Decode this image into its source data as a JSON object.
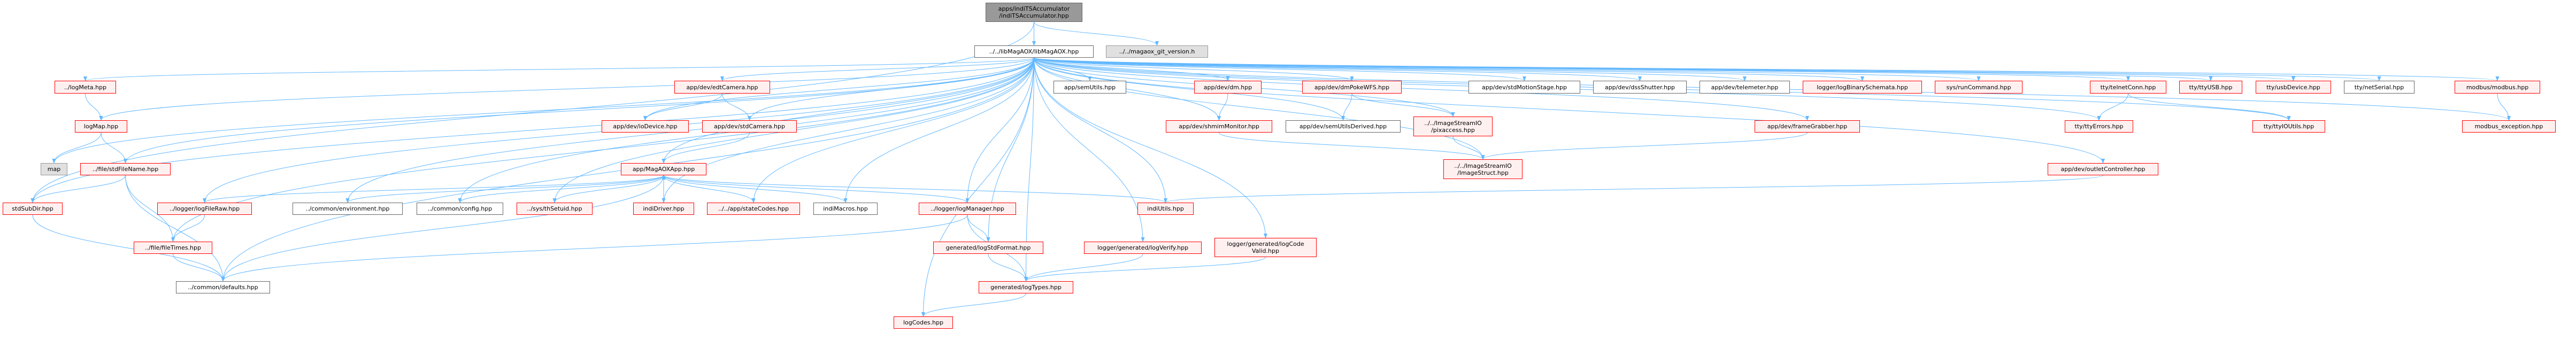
{
  "colors": {
    "edge": "#63b8ff",
    "red_border": "#ff0000",
    "red_fill": "#fff0f0",
    "root_fill": "#999999",
    "system_fill": "#e0e0e0"
  },
  "nodes": [
    {
      "id": "root",
      "label": "apps/indiTSAccumulator\n/indiTSAccumulator.hpp",
      "kind": "dark"
    },
    {
      "id": "lib",
      "label": "../../libMagAOX/libMagAOX.hpp",
      "kind": "white"
    },
    {
      "id": "git",
      "label": "../../magaox_git_version.h",
      "kind": "gray"
    },
    {
      "id": "logMeta",
      "label": "../logMeta.hpp",
      "kind": "red"
    },
    {
      "id": "logMap",
      "label": "logMap.hpp",
      "kind": "red"
    },
    {
      "id": "map",
      "label": "map",
      "kind": "gray"
    },
    {
      "id": "stdFileName",
      "label": "../file/stdFileName.hpp",
      "kind": "red"
    },
    {
      "id": "stdSubDir",
      "label": "stdSubDir.hpp",
      "kind": "red"
    },
    {
      "id": "logFileRaw",
      "label": "../logger/logFileRaw.hpp",
      "kind": "red"
    },
    {
      "id": "fileTimes",
      "label": "../file/fileTimes.hpp",
      "kind": "red"
    },
    {
      "id": "defaults",
      "label": "../common/defaults.hpp",
      "kind": "white"
    },
    {
      "id": "environment",
      "label": "../common/environment.hpp",
      "kind": "white"
    },
    {
      "id": "config",
      "label": "../common/config.hpp",
      "kind": "white"
    },
    {
      "id": "thSetuid",
      "label": "../sys/thSetuid.hpp",
      "kind": "red"
    },
    {
      "id": "ioDevice",
      "label": "app/dev/ioDevice.hpp",
      "kind": "red"
    },
    {
      "id": "MagAOXApp",
      "label": "app/MagAOXApp.hpp",
      "kind": "red"
    },
    {
      "id": "indiDriver",
      "label": "indiDriver.hpp",
      "kind": "red"
    },
    {
      "id": "edtCamera",
      "label": "app/dev/edtCamera.hpp",
      "kind": "red"
    },
    {
      "id": "stdCamera",
      "label": "app/dev/stdCamera.hpp",
      "kind": "red"
    },
    {
      "id": "stateCodes",
      "label": "../../app/stateCodes.hpp",
      "kind": "red"
    },
    {
      "id": "indiMacros",
      "label": "indiMacros.hpp",
      "kind": "white"
    },
    {
      "id": "logManager",
      "label": "../logger/logManager.hpp",
      "kind": "red"
    },
    {
      "id": "logStdFormat",
      "label": "generated/logStdFormat.hpp",
      "kind": "red"
    },
    {
      "id": "logTypes",
      "label": "generated/logTypes.hpp",
      "kind": "red"
    },
    {
      "id": "logCodes",
      "label": "logCodes.hpp",
      "kind": "red"
    },
    {
      "id": "semUtils",
      "label": "app/semUtils.hpp",
      "kind": "white"
    },
    {
      "id": "indiUtils",
      "label": "indiUtils.hpp",
      "kind": "red"
    },
    {
      "id": "logVerify",
      "label": "logger/generated/logVerify.hpp",
      "kind": "red"
    },
    {
      "id": "logCodeValid",
      "label": "logger/generated/logCode\nValid.hpp",
      "kind": "red"
    },
    {
      "id": "dm",
      "label": "app/dev/dm.hpp",
      "kind": "red"
    },
    {
      "id": "shmimMonitor",
      "label": "app/dev/shmimMonitor.hpp",
      "kind": "red"
    },
    {
      "id": "dmPokeWFS",
      "label": "app/dev/dmPokeWFS.hpp",
      "kind": "red"
    },
    {
      "id": "semUtilsDerived",
      "label": "app/dev/semUtilsDerived.hpp",
      "kind": "white"
    },
    {
      "id": "pixaccess",
      "label": "../../ImageStreamIO\n/pixaccess.hpp",
      "kind": "red"
    },
    {
      "id": "ImageStruct",
      "label": "../../ImageStreamIO\n/ImageStruct.hpp",
      "kind": "red"
    },
    {
      "id": "stdMotionStage",
      "label": "app/dev/stdMotionStage.hpp",
      "kind": "white"
    },
    {
      "id": "dssShutter",
      "label": "app/dev/dssShutter.hpp",
      "kind": "white"
    },
    {
      "id": "telemeter",
      "label": "app/dev/telemeter.hpp",
      "kind": "white"
    },
    {
      "id": "logBinarySchemata",
      "label": "logger/logBinarySchemata.hpp",
      "kind": "red"
    },
    {
      "id": "frameGrabber",
      "label": "app/dev/frameGrabber.hpp",
      "kind": "red"
    },
    {
      "id": "runCommand",
      "label": "sys/runCommand.hpp",
      "kind": "red"
    },
    {
      "id": "telnetConn",
      "label": "tty/telnetConn.hpp",
      "kind": "red"
    },
    {
      "id": "ttyErrors",
      "label": "tty/ttyErrors.hpp",
      "kind": "red"
    },
    {
      "id": "outletController",
      "label": "app/dev/outletController.hpp",
      "kind": "red"
    },
    {
      "id": "ttyUSB",
      "label": "tty/ttyUSB.hpp",
      "kind": "red"
    },
    {
      "id": "usbDevice",
      "label": "tty/usbDevice.hpp",
      "kind": "red"
    },
    {
      "id": "ttyIOUtils",
      "label": "tty/ttyIOUtils.hpp",
      "kind": "red"
    },
    {
      "id": "netSerial",
      "label": "tty/netSerial.hpp",
      "kind": "white"
    },
    {
      "id": "modbus",
      "label": "modbus/modbus.hpp",
      "kind": "red"
    },
    {
      "id": "modbusException",
      "label": "modbus_exception.hpp",
      "kind": "red"
    }
  ],
  "edges": [
    [
      "root",
      "lib"
    ],
    [
      "root",
      "git"
    ],
    [
      "root",
      "stdSubDir"
    ],
    [
      "lib",
      "logMeta"
    ],
    [
      "lib",
      "logMap"
    ],
    [
      "lib",
      "map"
    ],
    [
      "lib",
      "stdFileName"
    ],
    [
      "lib",
      "stdSubDir"
    ],
    [
      "lib",
      "logFileRaw"
    ],
    [
      "lib",
      "fileTimes"
    ],
    [
      "lib",
      "defaults"
    ],
    [
      "lib",
      "environment"
    ],
    [
      "lib",
      "config"
    ],
    [
      "lib",
      "thSetuid"
    ],
    [
      "lib",
      "ioDevice"
    ],
    [
      "lib",
      "MagAOXApp"
    ],
    [
      "lib",
      "indiDriver"
    ],
    [
      "lib",
      "edtCamera"
    ],
    [
      "lib",
      "stdCamera"
    ],
    [
      "lib",
      "stateCodes"
    ],
    [
      "lib",
      "indiMacros"
    ],
    [
      "lib",
      "logManager"
    ],
    [
      "lib",
      "logCodes"
    ],
    [
      "lib",
      "logStdFormat"
    ],
    [
      "lib",
      "logTypes"
    ],
    [
      "lib",
      "semUtils"
    ],
    [
      "lib",
      "indiUtils"
    ],
    [
      "lib",
      "logVerify"
    ],
    [
      "lib",
      "logCodeValid"
    ],
    [
      "lib",
      "dm"
    ],
    [
      "lib",
      "shmimMonitor"
    ],
    [
      "lib",
      "dmPokeWFS"
    ],
    [
      "lib",
      "semUtilsDerived"
    ],
    [
      "lib",
      "pixaccess"
    ],
    [
      "lib",
      "ImageStruct"
    ],
    [
      "lib",
      "stdMotionStage"
    ],
    [
      "lib",
      "dssShutter"
    ],
    [
      "lib",
      "telemeter"
    ],
    [
      "lib",
      "logBinarySchemata"
    ],
    [
      "lib",
      "frameGrabber"
    ],
    [
      "lib",
      "runCommand"
    ],
    [
      "lib",
      "telnetConn"
    ],
    [
      "lib",
      "ttyErrors"
    ],
    [
      "lib",
      "ttyUSB"
    ],
    [
      "lib",
      "usbDevice"
    ],
    [
      "lib",
      "ttyIOUtils"
    ],
    [
      "lib",
      "netSerial"
    ],
    [
      "lib",
      "modbus"
    ],
    [
      "lib",
      "modbusException"
    ],
    [
      "lib",
      "outletController"
    ],
    [
      "logMeta",
      "logMap"
    ],
    [
      "logMap",
      "map"
    ],
    [
      "logMap",
      "stdFileName"
    ],
    [
      "stdFileName",
      "stdSubDir"
    ],
    [
      "stdFileName",
      "fileTimes"
    ],
    [
      "stdFileName",
      "defaults"
    ],
    [
      "stdSubDir",
      "defaults"
    ],
    [
      "logFileRaw",
      "fileTimes"
    ],
    [
      "fileTimes",
      "defaults"
    ],
    [
      "edtCamera",
      "ioDevice"
    ],
    [
      "edtCamera",
      "stdCamera"
    ],
    [
      "stdCamera",
      "MagAOXApp"
    ],
    [
      "MagAOXApp",
      "environment"
    ],
    [
      "MagAOXApp",
      "config"
    ],
    [
      "MagAOXApp",
      "thSetuid"
    ],
    [
      "MagAOXApp",
      "indiDriver"
    ],
    [
      "MagAOXApp",
      "stateCodes"
    ],
    [
      "MagAOXApp",
      "indiMacros"
    ],
    [
      "MagAOXApp",
      "logManager"
    ],
    [
      "MagAOXApp",
      "indiUtils"
    ],
    [
      "MagAOXApp",
      "logFileRaw"
    ],
    [
      "MagAOXApp",
      "defaults"
    ],
    [
      "indiDriver",
      "MagAOXApp"
    ],
    [
      "logManager",
      "defaults"
    ],
    [
      "logManager",
      "logStdFormat"
    ],
    [
      "logManager",
      "logTypes"
    ],
    [
      "logStdFormat",
      "logTypes"
    ],
    [
      "logVerify",
      "logTypes"
    ],
    [
      "logCodeValid",
      "logTypes"
    ],
    [
      "logTypes",
      "logCodes"
    ],
    [
      "dm",
      "shmimMonitor"
    ],
    [
      "shmimMonitor",
      "ImageStruct"
    ],
    [
      "dmPokeWFS",
      "semUtilsDerived"
    ],
    [
      "dmPokeWFS",
      "pixaccess"
    ],
    [
      "pixaccess",
      "ImageStruct"
    ],
    [
      "frameGrabber",
      "ImageStruct"
    ],
    [
      "telnetConn",
      "ttyErrors"
    ],
    [
      "telnetConn",
      "ttyIOUtils"
    ],
    [
      "modbus",
      "modbusException"
    ],
    [
      "outletController",
      "indiUtils"
    ]
  ]
}
